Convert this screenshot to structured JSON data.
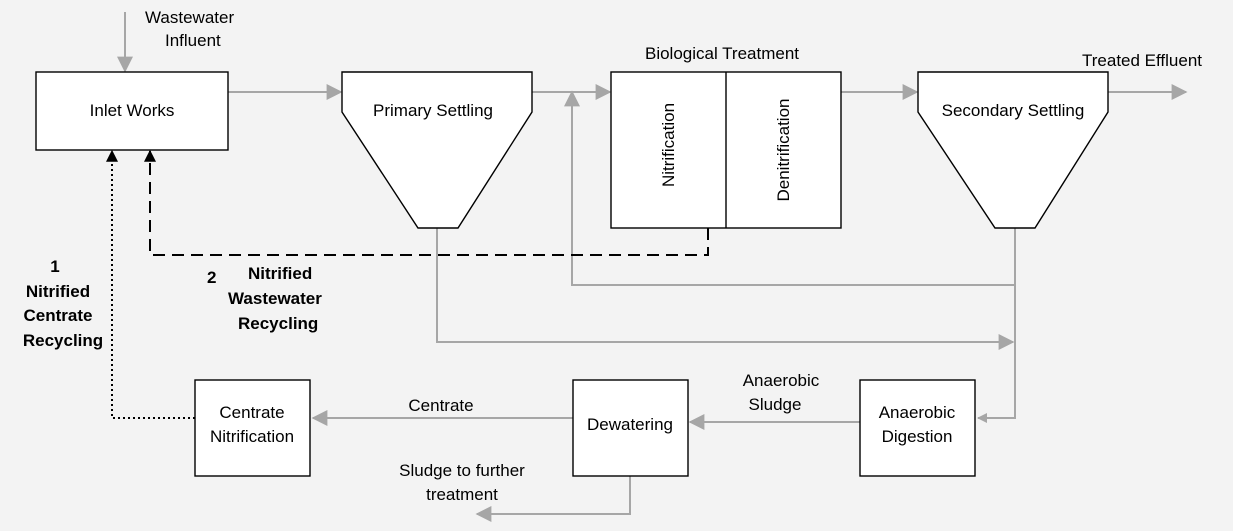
{
  "labels": {
    "wastewater_influent_1": "Wastewater",
    "wastewater_influent_2": "Influent",
    "inlet_works": "Inlet Works",
    "primary_settling": "Primary Settling",
    "biological_treatment": "Biological Treatment",
    "nitrification": "Nitrification",
    "denitrification": "Denitrification",
    "secondary_settling": "Secondary Settling",
    "treated_effluent": "Treated Effluent",
    "recycle1_number": "1",
    "recycle1_line1": "Nitrified",
    "recycle1_line2": "Centrate",
    "recycle1_line3": "Recycling",
    "recycle2_number": "2",
    "recycle2_line1": "Nitrified",
    "recycle2_line2": "Wastewater",
    "recycle2_line3": "Recycling",
    "centrate_nitrification_1": "Centrate",
    "centrate_nitrification_2": "Nitrification",
    "centrate": "Centrate",
    "dewatering": "Dewatering",
    "anaerobic_sludge_1": "Anaerobic",
    "anaerobic_sludge_2": "Sludge",
    "anaerobic_digestion_1": "Anaerobic",
    "anaerobic_digestion_2": "Digestion",
    "sludge_further_1": "Sludge to further",
    "sludge_further_2": "treatment"
  },
  "colors": {
    "background": "#f3f3f3",
    "flow_line": "#a6a6a6",
    "recycle_line": "#000000",
    "box_fill": "#ffffff"
  }
}
